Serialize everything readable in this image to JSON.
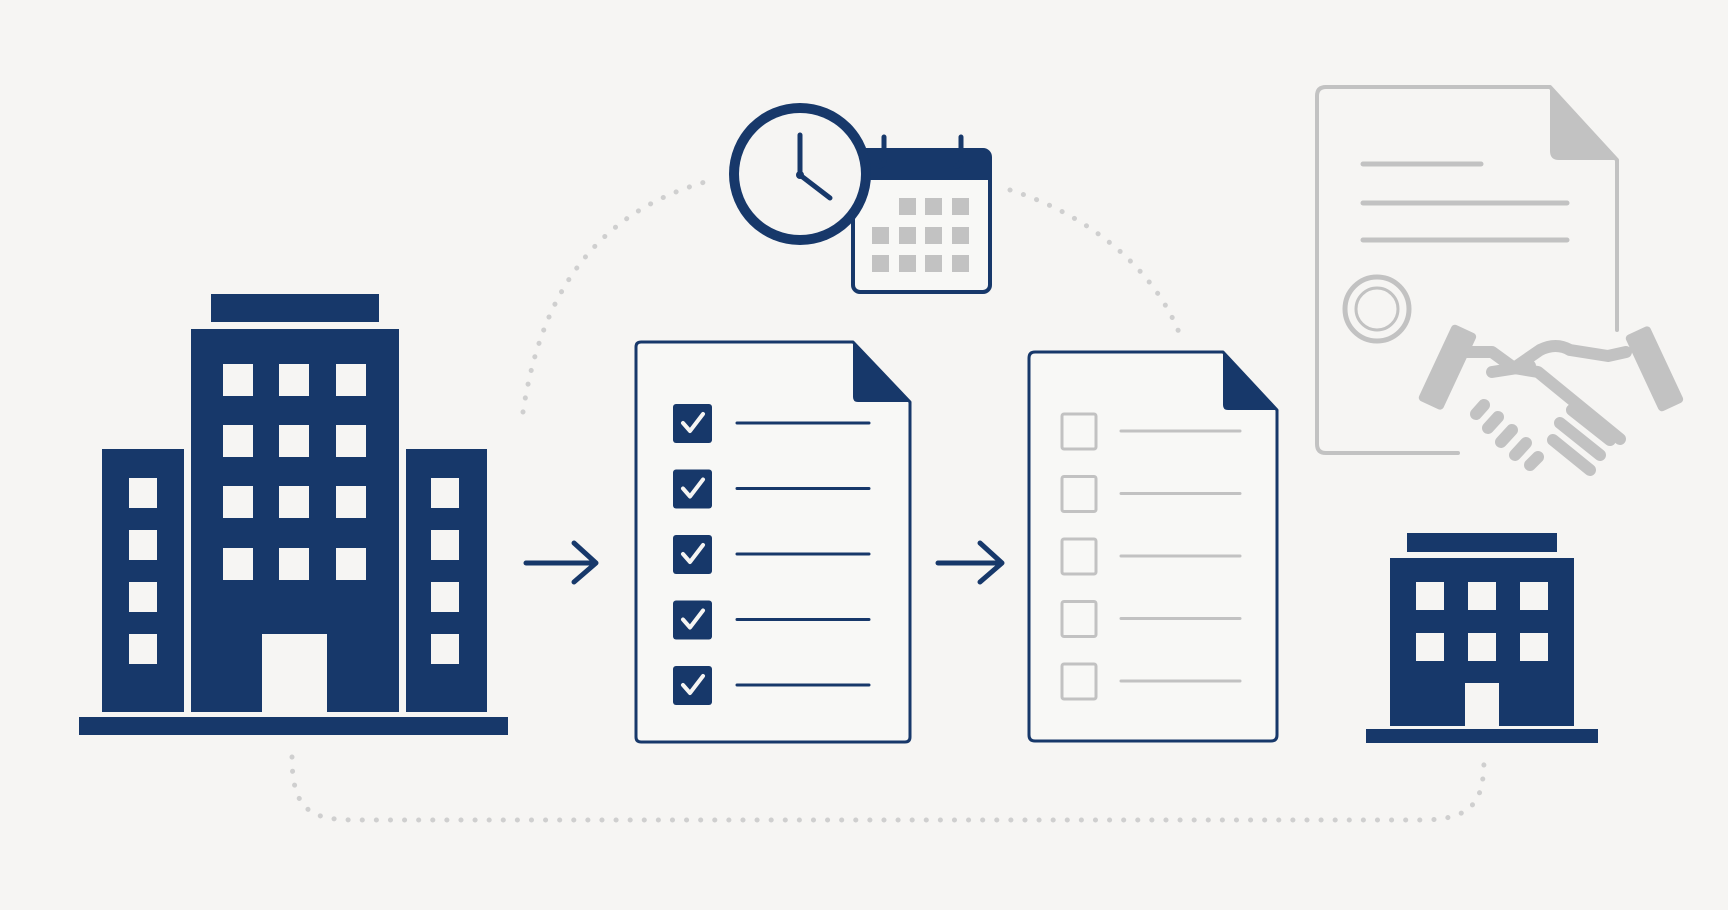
{
  "colors": {
    "background": "#f6f5f3",
    "primary": "#17386a",
    "muted": "#c2c2c2",
    "dots": "#cfcfcf",
    "paper": "#f8f8f6"
  },
  "diagram": {
    "nodes": [
      {
        "id": "source-company",
        "icon": "large-office-building-icon"
      },
      {
        "id": "completed-checklist",
        "icon": "checklist-document-icon",
        "items_checked": 5,
        "items_total": 5
      },
      {
        "id": "empty-checklist",
        "icon": "checklist-document-icon",
        "items_checked": 0,
        "items_total": 5
      },
      {
        "id": "target-company",
        "icon": "small-office-building-icon"
      },
      {
        "id": "signed-agreement",
        "icon": "contract-document-icon"
      },
      {
        "id": "handshake",
        "icon": "handshake-icon"
      },
      {
        "id": "schedule",
        "icon": "clock-calendar-icon"
      }
    ],
    "connectors": [
      {
        "from": "source-company",
        "to": "completed-checklist",
        "style": "arrow"
      },
      {
        "from": "completed-checklist",
        "to": "empty-checklist",
        "style": "arrow"
      },
      {
        "from": "source-company",
        "to": "target-company",
        "style": "dotted-path"
      },
      {
        "from": "schedule",
        "to": "empty-checklist",
        "style": "dotted-arc"
      }
    ]
  }
}
